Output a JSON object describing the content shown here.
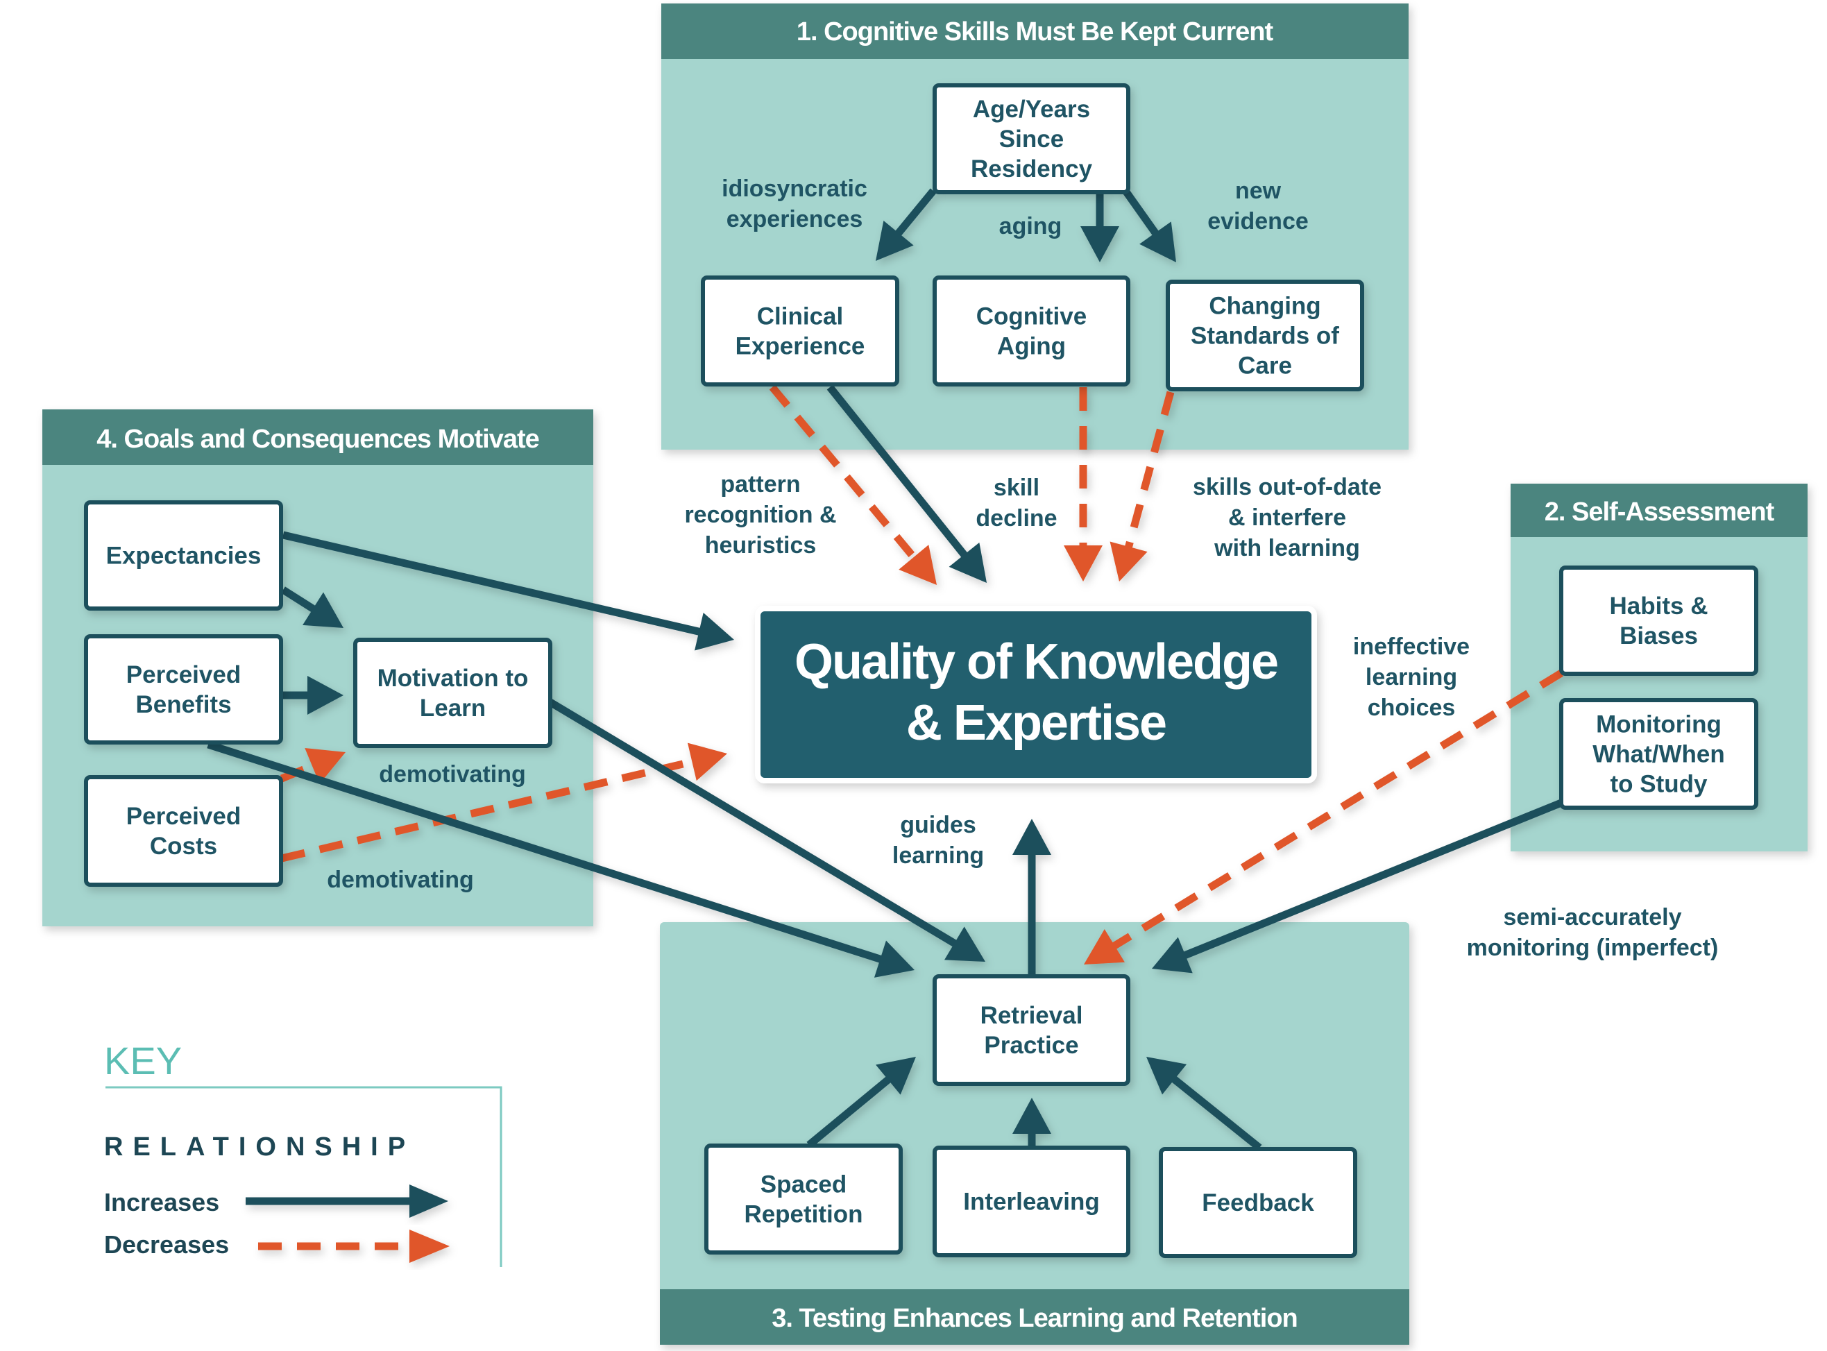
{
  "title": "Quality of Knowledge & Expertise concept map",
  "colors": {
    "panel_background": "#a5d5ce",
    "panel_header": "#4b857f",
    "node_border": "#1d4f5c",
    "center_fill": "#215f6e",
    "increases": "#1d4f5c",
    "decreases": "#e0572a",
    "key_accent": "#5bbdb3"
  },
  "panels": {
    "p1": {
      "title": "1. Cognitive Skills Must Be Kept Current"
    },
    "p2": {
      "title": "2. Self-Assessment"
    },
    "p3": {
      "title": "3. Testing Enhances Learning and Retention"
    },
    "p4": {
      "title": "4. Goals and Consequences Motivate"
    }
  },
  "center": {
    "lines": [
      "Quality of Knowledge",
      "& Expertise"
    ]
  },
  "nodes": {
    "age": {
      "lines": [
        "Age/Years",
        "Since",
        "Residency"
      ]
    },
    "clinical": {
      "lines": [
        "Clinical",
        "Experience"
      ]
    },
    "cognitive": {
      "lines": [
        "Cognitive",
        "Aging"
      ]
    },
    "changing": {
      "lines": [
        "Changing",
        "Standards of",
        "Care"
      ]
    },
    "expectancies": {
      "lines": [
        "Expectancies"
      ]
    },
    "benefits": {
      "lines": [
        "Perceived",
        "Benefits"
      ]
    },
    "motivation": {
      "lines": [
        "Motivation to",
        "Learn"
      ]
    },
    "costs": {
      "lines": [
        "Perceived",
        "Costs"
      ]
    },
    "habits": {
      "lines": [
        "Habits &",
        "Biases"
      ]
    },
    "monitoring": {
      "lines": [
        "Monitoring",
        "What/When",
        "to Study"
      ]
    },
    "retrieval": {
      "lines": [
        "Retrieval",
        "Practice"
      ]
    },
    "spaced": {
      "lines": [
        "Spaced",
        "Repetition"
      ]
    },
    "interleaving": {
      "lines": [
        "Interleaving"
      ]
    },
    "feedback": {
      "lines": [
        "Feedback"
      ]
    }
  },
  "edge_labels": {
    "idiosyncratic": [
      "idiosyncratic",
      "experiences"
    ],
    "aging": [
      "aging"
    ],
    "new_evidence": [
      "new",
      "evidence"
    ],
    "pattern": [
      "pattern",
      "recognition &",
      "heuristics"
    ],
    "skill_decline": [
      "skill",
      "decline"
    ],
    "out_of_date": [
      "skills out-of-date",
      "& interfere",
      "with learning"
    ],
    "ineffective": [
      "ineffective",
      "learning",
      "choices"
    ],
    "guides": [
      "guides",
      "learning"
    ],
    "semi_accurate": [
      "semi-accurately",
      "monitoring (imperfect)"
    ],
    "demotivating_1": [
      "demotivating"
    ],
    "demotivating_2": [
      "demotivating"
    ]
  },
  "edges": [
    {
      "from": "age",
      "to": "clinical",
      "type": "increases",
      "label": "idiosyncratic experiences"
    },
    {
      "from": "age",
      "to": "cognitive",
      "type": "increases",
      "label": "aging"
    },
    {
      "from": "age",
      "to": "changing",
      "type": "increases",
      "label": "new evidence"
    },
    {
      "from": "clinical",
      "to": "center",
      "type": "increases",
      "label": "pattern recognition & heuristics"
    },
    {
      "from": "clinical",
      "to": "center",
      "type": "decreases"
    },
    {
      "from": "cognitive",
      "to": "center",
      "type": "decreases",
      "label": "skill decline"
    },
    {
      "from": "changing",
      "to": "center",
      "type": "decreases",
      "label": "skills out-of-date & interfere with learning"
    },
    {
      "from": "expectancies",
      "to": "center",
      "type": "increases"
    },
    {
      "from": "expectancies",
      "to": "motivation",
      "type": "increases"
    },
    {
      "from": "benefits",
      "to": "motivation",
      "type": "increases"
    },
    {
      "from": "costs",
      "to": "motivation",
      "type": "decreases",
      "label": "demotivating"
    },
    {
      "from": "costs",
      "to": "center",
      "type": "decreases",
      "label": "demotivating"
    },
    {
      "from": "benefits",
      "to": "retrieval",
      "type": "increases"
    },
    {
      "from": "motivation",
      "to": "retrieval",
      "type": "increases"
    },
    {
      "from": "habits",
      "to": "retrieval",
      "type": "decreases",
      "label": "ineffective learning choices"
    },
    {
      "from": "monitoring",
      "to": "retrieval",
      "type": "increases",
      "label": "semi-accurately monitoring (imperfect)"
    },
    {
      "from": "retrieval",
      "to": "center",
      "type": "increases",
      "label": "guides learning"
    },
    {
      "from": "spaced",
      "to": "retrieval",
      "type": "increases"
    },
    {
      "from": "interleaving",
      "to": "retrieval",
      "type": "increases"
    },
    {
      "from": "feedback",
      "to": "retrieval",
      "type": "increases"
    }
  ],
  "key": {
    "title": "KEY",
    "subtitle": "RELATIONSHIP",
    "items": [
      {
        "label": "Increases",
        "type": "increases"
      },
      {
        "label": "Decreases",
        "type": "decreases"
      }
    ]
  }
}
